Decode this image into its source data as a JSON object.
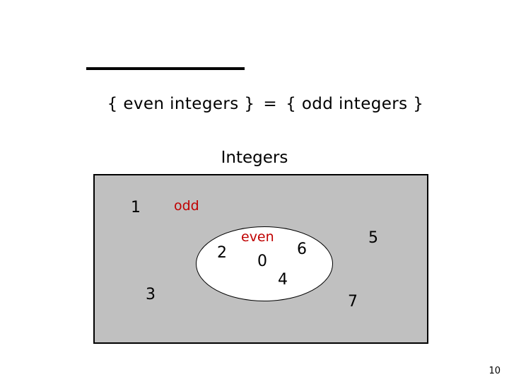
{
  "slide": {
    "background_color": "#FFFFFF",
    "number": "10"
  },
  "equation": {
    "left_set": "{ even integers }",
    "operator": "=",
    "right_set": "{ odd integers }",
    "left_set_has_overline": true,
    "text_color": "#000000"
  },
  "venn": {
    "universe_label": "Integers",
    "universe_fill_color": "#C0C0C0",
    "universe_border_color": "#000000",
    "subset_fill_color": "#FFFFFF",
    "subset_border_color": "#000000",
    "set_label_color": "#C00000",
    "member_color": "#000000",
    "odd_region": {
      "label": "odd",
      "members": [
        "1",
        "3",
        "5",
        "7"
      ]
    },
    "even_region": {
      "label": "even",
      "members": [
        "2",
        "0",
        "6",
        "4"
      ]
    }
  }
}
